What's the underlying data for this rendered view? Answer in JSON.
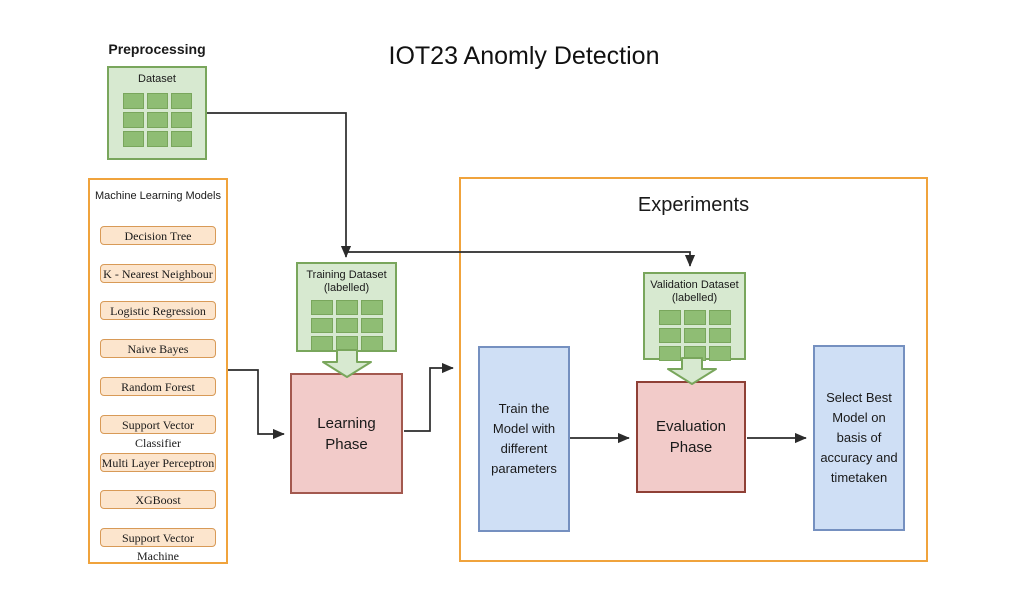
{
  "title": "IOT23 Anomly Detection",
  "preprocessing": {
    "label": "Preprocessing",
    "dataset_label": "Dataset"
  },
  "ml_models": {
    "title": "Machine Learning Models",
    "items": [
      "Decision Tree",
      "K - Nearest Neighbour",
      "Logistic Regression",
      "Naive Bayes",
      "Random Forest",
      "Support Vector Classifier",
      "Multi Layer Perceptron",
      "XGBoost",
      "Support Vector Machine"
    ]
  },
  "training_dataset": {
    "lines": [
      "Training Dataset",
      "(labelled)"
    ]
  },
  "learning_phase": {
    "lines": [
      "Learning",
      "Phase"
    ]
  },
  "experiments": {
    "title": "Experiments",
    "train_model": {
      "lines": [
        "Train the",
        "Model with",
        "different",
        "parameters"
      ]
    },
    "validation_dataset": {
      "lines": [
        "Validation Dataset",
        "(labelled)"
      ]
    },
    "evaluation_phase": {
      "lines": [
        "Evaluation",
        "Phase"
      ]
    },
    "select_best": {
      "lines": [
        "Select Best",
        "Model on",
        "basis of",
        "accuracy and",
        "timetaken"
      ]
    }
  },
  "colors": {
    "orange_border": "#f0a33c",
    "ml_item_fill": "#fce5cd",
    "ml_item_border": "#d89a57",
    "green_fill": "#d7e9d0",
    "green_border": "#79a65c",
    "grid_cell": "#8fbd74",
    "pink_fill": "#f2cbc9",
    "learning_border": "#a3594f",
    "evaluation_border": "#8f4036",
    "blue_fill": "#cfdff5",
    "blue_border": "#7590c0",
    "connector": "#2b2b2b"
  }
}
